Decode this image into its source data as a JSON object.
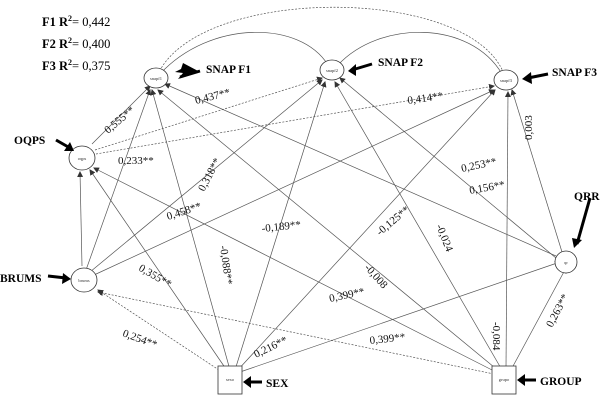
{
  "r2": [
    {
      "factor": "F1",
      "sup": "2",
      "value": "= 0,442"
    },
    {
      "factor": "F2",
      "sup": "2",
      "value": "= 0,400"
    },
    {
      "factor": "F3",
      "sup": "2",
      "value": "= 0,375"
    }
  ],
  "nodes": {
    "snapf1": {
      "inner": "snapf1",
      "label": "SNAP F1"
    },
    "snapf2": {
      "inner": "snapf2",
      "label": "SNAP F2"
    },
    "snapf3": {
      "inner": "snapf3",
      "label": "SNAP F3"
    },
    "oqps": {
      "inner": "oqps",
      "label": "OQPS"
    },
    "qrr": {
      "inner": "qr",
      "label": "QRR"
    },
    "brums": {
      "inner": "brums",
      "label": "BRUMS"
    },
    "sex": {
      "inner": "sexo",
      "label": "SEX"
    },
    "group": {
      "inner": "grupo",
      "label": "GROUP"
    }
  },
  "coefficients": {
    "c0555": "0,555**",
    "c0437": "0,437**",
    "c0414": "0,414**",
    "c0233": "0,233**",
    "c0318": "0,318**",
    "c0253": "0,253**",
    "c0156": "0,156**",
    "c0003": "0,003",
    "c0458": "0,458**",
    "cm189": "-0,189**",
    "cm125": "-0,125**",
    "cm024": "-0,024",
    "cm088": "-0,088**",
    "c0355": "0,355**",
    "cm008": "-0,008",
    "c0399a": "0,399**",
    "cm084": "-0,084",
    "c0263": "0,263**",
    "c0254": "0,254**",
    "c0216": "0,216**",
    "c0399b": "0,399**"
  }
}
